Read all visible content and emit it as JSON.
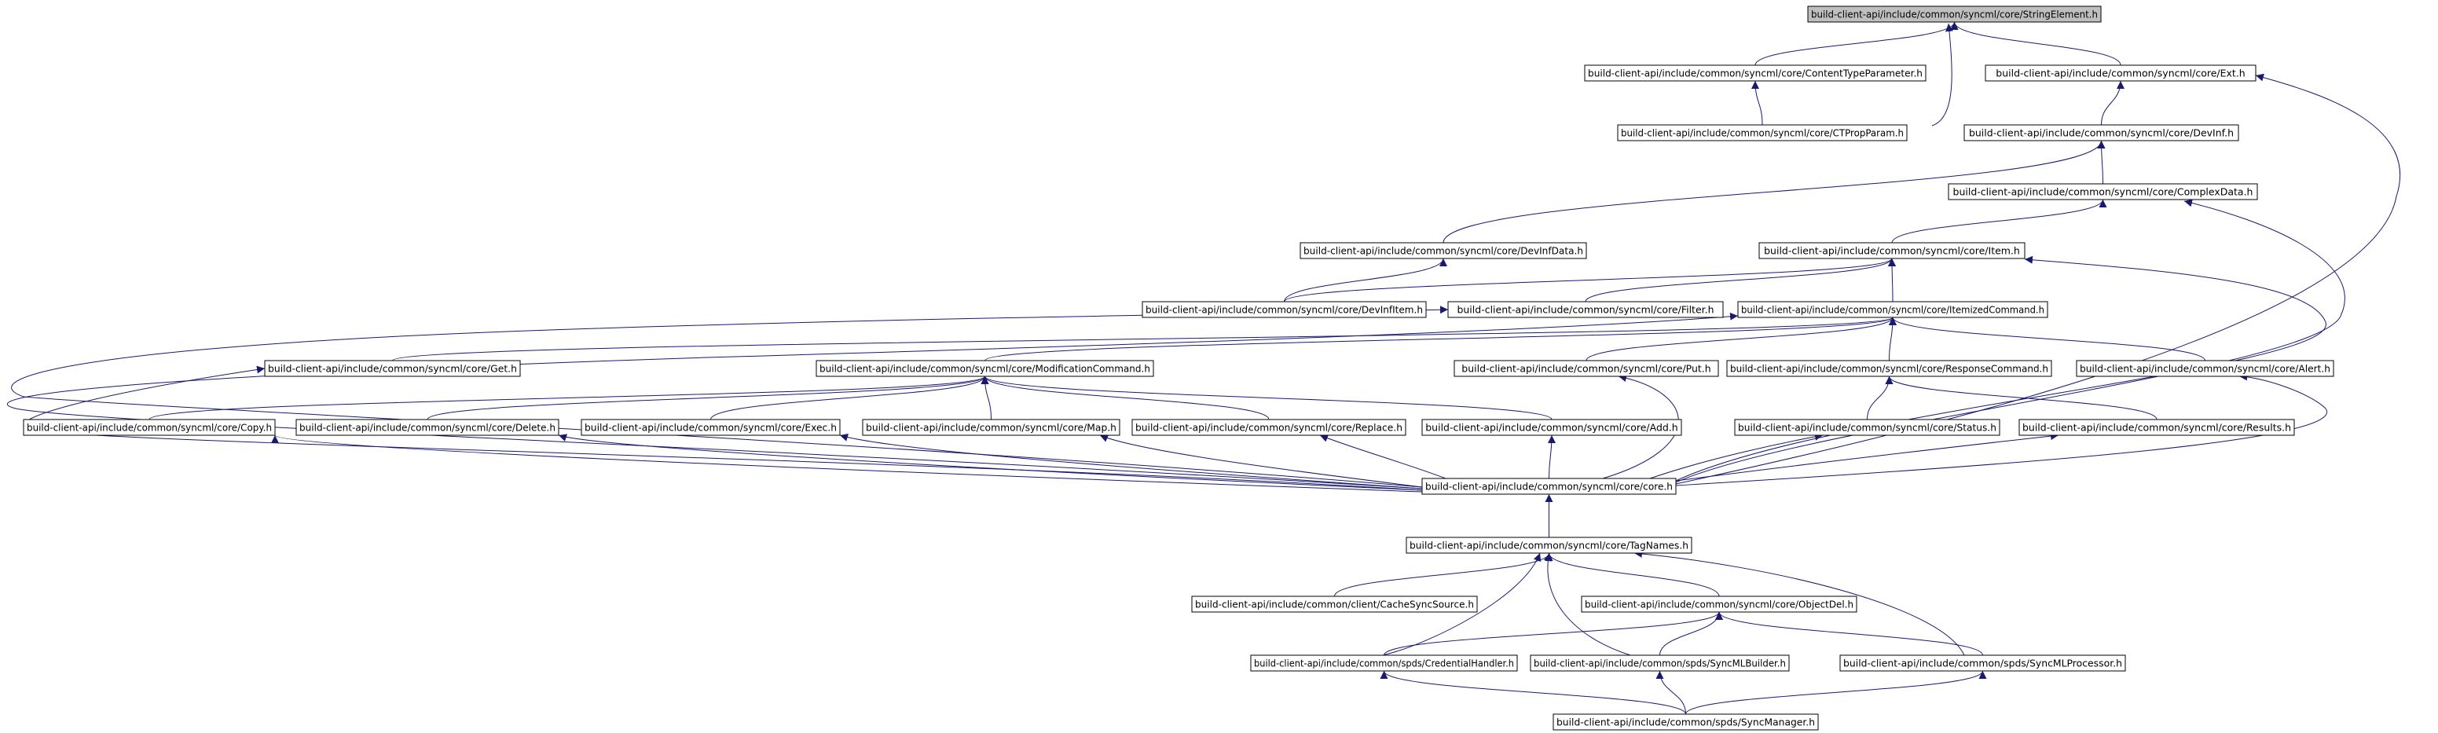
{
  "colors": {
    "edge": "#191970",
    "node_border": "#000000",
    "node_fill": "#ffffff",
    "root_fill": "#bfbfbf"
  },
  "nodes": [
    {
      "id": "stringelement",
      "label": "build-client-api/include/common/syncml/core/StringElement.h",
      "root": true
    },
    {
      "id": "contenttypeparameter",
      "label": "build-client-api/include/common/syncml/core/ContentTypeParameter.h"
    },
    {
      "id": "ext",
      "label": "build-client-api/include/common/syncml/core/Ext.h"
    },
    {
      "id": "ctpropparam",
      "label": "build-client-api/include/common/syncml/core/CTPropParam.h"
    },
    {
      "id": "devinf",
      "label": "build-client-api/include/common/syncml/core/DevInf.h"
    },
    {
      "id": "complexdata",
      "label": "build-client-api/include/common/syncml/core/ComplexData.h"
    },
    {
      "id": "devinfdata",
      "label": "build-client-api/include/common/syncml/core/DevInfData.h"
    },
    {
      "id": "item",
      "label": "build-client-api/include/common/syncml/core/Item.h"
    },
    {
      "id": "devinfitem",
      "label": "build-client-api/include/common/syncml/core/DevInfItem.h"
    },
    {
      "id": "filter",
      "label": "build-client-api/include/common/syncml/core/Filter.h"
    },
    {
      "id": "itemizedcommand",
      "label": "build-client-api/include/common/syncml/core/ItemizedCommand.h"
    },
    {
      "id": "get",
      "label": "build-client-api/include/common/syncml/core/Get.h"
    },
    {
      "id": "modificationcommand",
      "label": "build-client-api/include/common/syncml/core/ModificationCommand.h"
    },
    {
      "id": "put",
      "label": "build-client-api/include/common/syncml/core/Put.h"
    },
    {
      "id": "responsecommand",
      "label": "build-client-api/include/common/syncml/core/ResponseCommand.h"
    },
    {
      "id": "alert",
      "label": "build-client-api/include/common/syncml/core/Alert.h"
    },
    {
      "id": "copy",
      "label": "build-client-api/include/common/syncml/core/Copy.h"
    },
    {
      "id": "delete",
      "label": "build-client-api/include/common/syncml/core/Delete.h"
    },
    {
      "id": "exec",
      "label": "build-client-api/include/common/syncml/core/Exec.h"
    },
    {
      "id": "map",
      "label": "build-client-api/include/common/syncml/core/Map.h"
    },
    {
      "id": "replace",
      "label": "build-client-api/include/common/syncml/core/Replace.h"
    },
    {
      "id": "add",
      "label": "build-client-api/include/common/syncml/core/Add.h"
    },
    {
      "id": "status",
      "label": "build-client-api/include/common/syncml/core/Status.h"
    },
    {
      "id": "results",
      "label": "build-client-api/include/common/syncml/core/Results.h"
    },
    {
      "id": "core",
      "label": "build-client-api/include/common/syncml/core/core.h"
    },
    {
      "id": "tagnames",
      "label": "build-client-api/include/common/syncml/core/TagNames.h"
    },
    {
      "id": "cachesyncsource",
      "label": "build-client-api/include/common/client/CacheSyncSource.h"
    },
    {
      "id": "objectdel",
      "label": "build-client-api/include/common/syncml/core/ObjectDel.h"
    },
    {
      "id": "credentialhandler",
      "label": "build-client-api/include/common/spds/CredentialHandler.h"
    },
    {
      "id": "syncmlbuilder",
      "label": "build-client-api/include/common/spds/SyncMLBuilder.h"
    },
    {
      "id": "syncmlprocessor",
      "label": "build-client-api/include/common/spds/SyncMLProcessor.h"
    },
    {
      "id": "syncmanager",
      "label": "build-client-api/include/common/spds/SyncManager.h"
    }
  ],
  "edges": [
    {
      "from": "contenttypeparameter",
      "to": "stringelement"
    },
    {
      "from": "ext",
      "to": "stringelement"
    },
    {
      "from": "ctpropparam",
      "to": "stringelement"
    },
    {
      "from": "ctpropparam",
      "to": "contenttypeparameter"
    },
    {
      "from": "devinf",
      "to": "ext"
    },
    {
      "from": "core",
      "to": "ext"
    },
    {
      "from": "complexdata",
      "to": "devinf"
    },
    {
      "from": "devinfdata",
      "to": "devinf"
    },
    {
      "from": "item",
      "to": "complexdata"
    },
    {
      "from": "core",
      "to": "complexdata"
    },
    {
      "from": "devinfitem",
      "to": "devinfdata"
    },
    {
      "from": "devinfitem",
      "to": "item"
    },
    {
      "from": "filter",
      "to": "item"
    },
    {
      "from": "itemizedcommand",
      "to": "item"
    },
    {
      "from": "core",
      "to": "item"
    },
    {
      "from": "core",
      "to": "filter"
    },
    {
      "from": "get",
      "to": "itemizedcommand"
    },
    {
      "from": "modificationcommand",
      "to": "itemizedcommand"
    },
    {
      "from": "put",
      "to": "itemizedcommand"
    },
    {
      "from": "responsecommand",
      "to": "itemizedcommand"
    },
    {
      "from": "alert",
      "to": "itemizedcommand"
    },
    {
      "from": "core",
      "to": "itemizedcommand"
    },
    {
      "from": "core",
      "to": "get"
    },
    {
      "from": "copy",
      "to": "modificationcommand"
    },
    {
      "from": "delete",
      "to": "modificationcommand"
    },
    {
      "from": "exec",
      "to": "modificationcommand"
    },
    {
      "from": "map",
      "to": "modificationcommand"
    },
    {
      "from": "replace",
      "to": "modificationcommand"
    },
    {
      "from": "add",
      "to": "modificationcommand"
    },
    {
      "from": "core",
      "to": "put"
    },
    {
      "from": "status",
      "to": "responsecommand"
    },
    {
      "from": "results",
      "to": "responsecommand"
    },
    {
      "from": "core",
      "to": "alert"
    },
    {
      "from": "core",
      "to": "copy"
    },
    {
      "from": "core",
      "to": "delete"
    },
    {
      "from": "core",
      "to": "exec"
    },
    {
      "from": "core",
      "to": "map"
    },
    {
      "from": "core",
      "to": "replace"
    },
    {
      "from": "core",
      "to": "add"
    },
    {
      "from": "core",
      "to": "status"
    },
    {
      "from": "core",
      "to": "results"
    },
    {
      "from": "tagnames",
      "to": "core"
    },
    {
      "from": "cachesyncsource",
      "to": "tagnames"
    },
    {
      "from": "objectdel",
      "to": "tagnames"
    },
    {
      "from": "credentialhandler",
      "to": "tagnames"
    },
    {
      "from": "syncmlbuilder",
      "to": "tagnames"
    },
    {
      "from": "syncmlprocessor",
      "to": "tagnames"
    },
    {
      "from": "credentialhandler",
      "to": "objectdel"
    },
    {
      "from": "syncmlbuilder",
      "to": "objectdel"
    },
    {
      "from": "syncmlprocessor",
      "to": "objectdel"
    },
    {
      "from": "syncmanager",
      "to": "credentialhandler"
    },
    {
      "from": "syncmanager",
      "to": "syncmlbuilder"
    },
    {
      "from": "syncmanager",
      "to": "syncmlprocessor"
    }
  ]
}
